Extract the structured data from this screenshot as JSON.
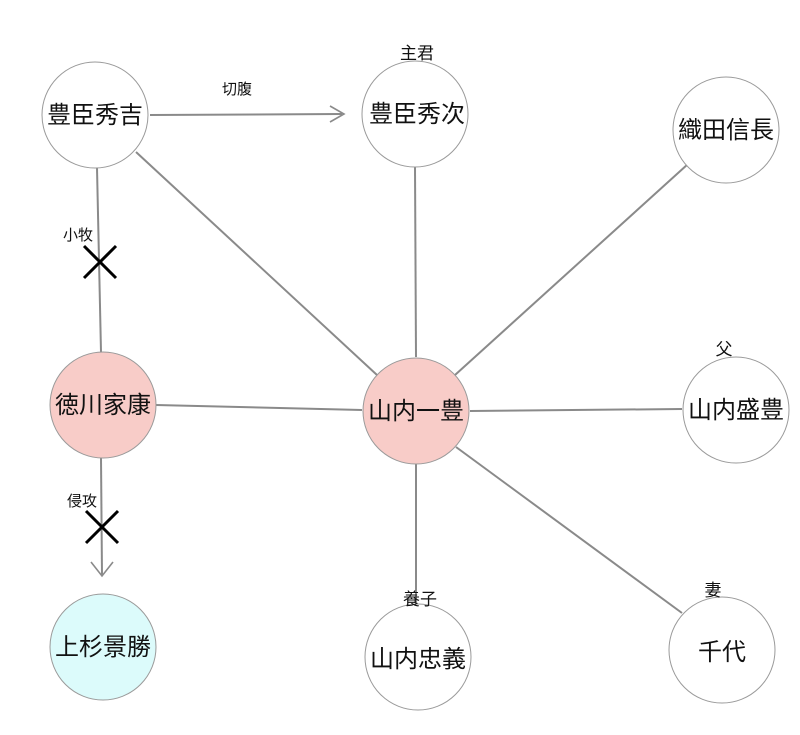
{
  "nodes": {
    "hideyoshi": {
      "label": "豊臣秀吉",
      "fill": "#ffffff"
    },
    "hidetsugu": {
      "label": "豊臣秀次",
      "role": "主君",
      "fill": "#ffffff"
    },
    "nobunaga": {
      "label": "織田信長",
      "fill": "#ffffff"
    },
    "ieyasu": {
      "label": "徳川家康",
      "fill": "#f8ccc8"
    },
    "kazutoyo": {
      "label": "山内一豊",
      "fill": "#f8ccc8"
    },
    "moritoyo": {
      "label": "山内盛豊",
      "role": "父",
      "fill": "#ffffff"
    },
    "kagekatsu": {
      "label": "上杉景勝",
      "fill": "#dcfbfb"
    },
    "tadayoshi": {
      "label": "山内忠義",
      "role": "養子",
      "fill": "#ffffff"
    },
    "chiyo": {
      "label": "千代",
      "role": "妻",
      "fill": "#ffffff"
    }
  },
  "edge_labels": {
    "seppuku": "切腹",
    "komaki": "小牧",
    "shinko": "侵攻"
  },
  "colors": {
    "edge": "#8a8a8a",
    "node_border": "#9a9a9a",
    "cross": "#000000"
  }
}
